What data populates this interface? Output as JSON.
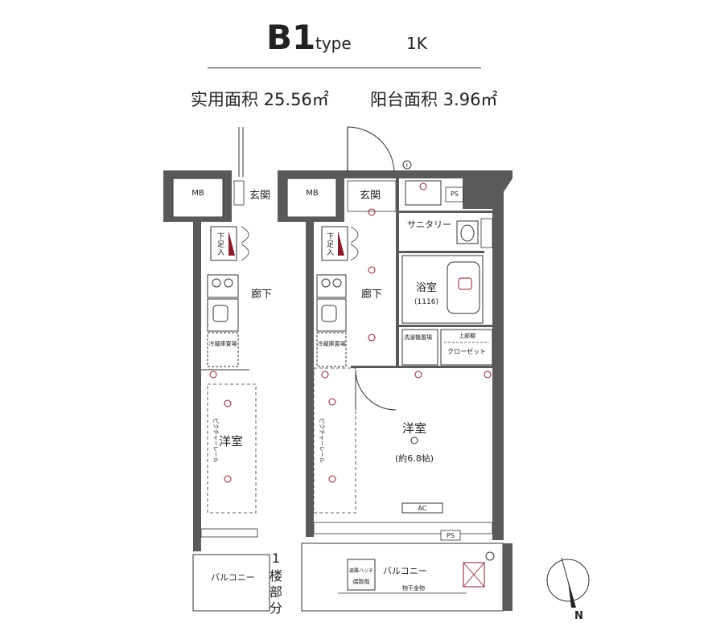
{
  "header": {
    "type_code": "B1",
    "type_word": "type",
    "layout": "1K",
    "usable_area": "实用面积 25.56㎡",
    "balcony_area": "阳台面积 3.96㎡"
  },
  "left_plan": {
    "mb": "MB",
    "entrance": "玄関",
    "shoe_box": "下足入",
    "corridor": "廊下",
    "fridge": "冷蔵庫置場",
    "room": "洋室",
    "picture_rail": "ピクチャーレール",
    "balcony": "バルコニー",
    "floor_note_1": "1",
    "floor_note_2": "楼部分"
  },
  "main_plan": {
    "mb": "MB",
    "entrance": "玄関",
    "shoe_box": "下足入",
    "corridor": "廊下",
    "ps_top": "PS",
    "sanitary": "サニタリー",
    "bathroom": "浴室",
    "bath_size": "(1116)",
    "washer": "洗濯機置場",
    "upper_shelf_small": "上部棚",
    "upper_shelf": "上部棚",
    "closet": "クローゼット",
    "room": "洋室",
    "room_size": "(約6.8帖)",
    "ac": "AC",
    "ps_bottom": "PS",
    "balcony": "バルコニー",
    "evac_hatch": "避難ハッチ",
    "even_floor": "偶数階",
    "drying_rack": "物干金物",
    "fridge": "冷蔵庫置場",
    "picture_rail": "ピクチャーレール"
  },
  "compass": {
    "label": "N"
  },
  "colors": {
    "wall": "#5a5a5a",
    "fixture_accent": "#8a1c2b",
    "line": "#333333"
  }
}
